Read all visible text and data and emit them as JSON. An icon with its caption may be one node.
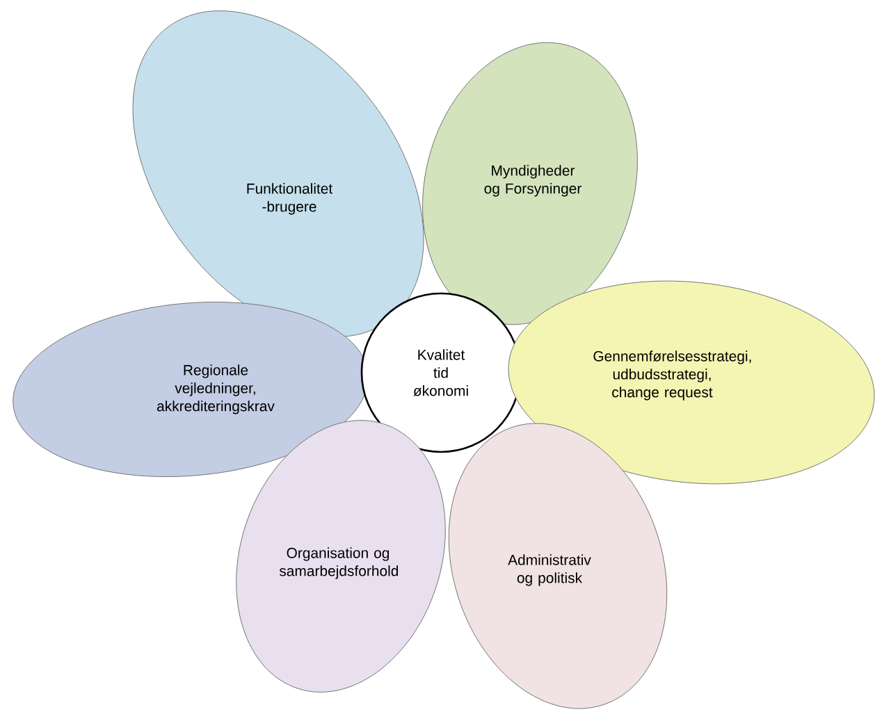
{
  "diagram": {
    "nodes": [
      {
        "text": [
          "Funktionalitet -brugere"
        ]
      },
      {
        "text": [
          "Myndigheder og Forsyninger"
        ]
      },
      {
        "text": [
          "Regionale vejledninger, akkrediteringskrav"
        ]
      },
      {
        "text": [
          "Kvalitet tid økonomi"
        ]
      },
      {
        "text": [
          "Gennemførelsesstrategi, udbudsstrategi, change request"
        ]
      },
      {
        "text": [
          "Organisation og samarbejdsforhold"
        ]
      },
      {
        "text": [
          "Administrativ og politisk"
        ]
      }
    ]
  }
}
